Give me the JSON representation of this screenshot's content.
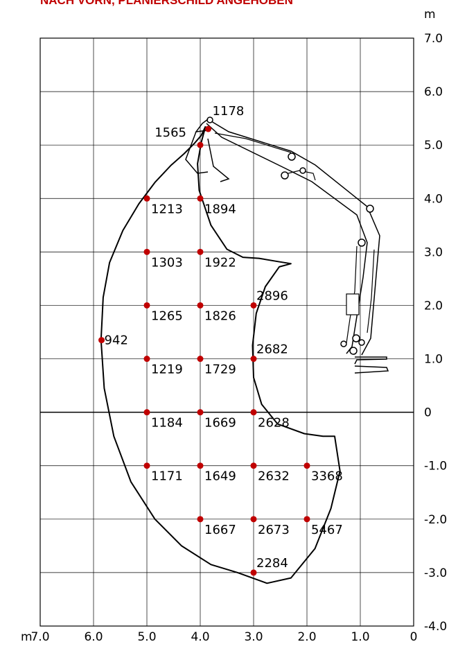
{
  "chart_data": {
    "type": "scatter",
    "title": "NACH VORN, PLANIERSCHILD ANGEHOBEN",
    "colors": {
      "point": "#c00000",
      "title": "#c00000",
      "grid": "#000000"
    },
    "x_unit": "m",
    "y_unit": "m",
    "xlim": [
      7.0,
      0.0
    ],
    "ylim": [
      -4.0,
      7.0
    ],
    "x_reversed": true,
    "grid": true,
    "x_ticks": [
      "7.0",
      "6.0",
      "5.0",
      "4.0",
      "3.0",
      "2.0",
      "1.0",
      "0"
    ],
    "y_ticks": [
      "7.0",
      "6.0",
      "5.0",
      "4.0",
      "3.0",
      "2.0",
      "1.0",
      "0",
      "-1.0",
      "-2.0",
      "-3.0",
      "-4.0"
    ],
    "points": [
      {
        "x": 3.85,
        "y": 5.3,
        "label": "1178"
      },
      {
        "x": 4.0,
        "y": 5.0,
        "label": "1565"
      },
      {
        "x": 4.0,
        "y": 4.0,
        "label": "1894"
      },
      {
        "x": 5.0,
        "y": 4.0,
        "label": "1213"
      },
      {
        "x": 5.0,
        "y": 3.0,
        "label": "1303"
      },
      {
        "x": 4.0,
        "y": 3.0,
        "label": "1922"
      },
      {
        "x": 5.0,
        "y": 2.0,
        "label": "1265"
      },
      {
        "x": 4.0,
        "y": 2.0,
        "label": "1826"
      },
      {
        "x": 3.0,
        "y": 2.0,
        "label": "2896"
      },
      {
        "x": 5.85,
        "y": 1.35,
        "label": "942"
      },
      {
        "x": 5.0,
        "y": 1.0,
        "label": "1219"
      },
      {
        "x": 4.0,
        "y": 1.0,
        "label": "1729"
      },
      {
        "x": 3.0,
        "y": 1.0,
        "label": "2682"
      },
      {
        "x": 5.0,
        "y": 0.0,
        "label": "1184"
      },
      {
        "x": 4.0,
        "y": 0.0,
        "label": "1669"
      },
      {
        "x": 3.0,
        "y": 0.0,
        "label": "2628"
      },
      {
        "x": 5.0,
        "y": -1.0,
        "label": "1171"
      },
      {
        "x": 4.0,
        "y": -1.0,
        "label": "1649"
      },
      {
        "x": 3.0,
        "y": -1.0,
        "label": "2632"
      },
      {
        "x": 2.0,
        "y": -1.0,
        "label": "3368"
      },
      {
        "x": 4.0,
        "y": -2.0,
        "label": "1667"
      },
      {
        "x": 3.0,
        "y": -2.0,
        "label": "2673"
      },
      {
        "x": 2.0,
        "y": -2.0,
        "label": "5467"
      },
      {
        "x": 3.0,
        "y": -3.0,
        "label": "2284"
      }
    ],
    "envelope": [
      [
        3.9,
        5.35
      ],
      [
        3.98,
        5.18
      ],
      [
        4.12,
        5.02
      ],
      [
        4.3,
        4.84
      ],
      [
        4.55,
        4.62
      ],
      [
        4.85,
        4.3
      ],
      [
        5.15,
        3.9
      ],
      [
        5.45,
        3.4
      ],
      [
        5.7,
        2.8
      ],
      [
        5.82,
        2.15
      ],
      [
        5.86,
        1.35
      ],
      [
        5.8,
        0.45
      ],
      [
        5.62,
        -0.45
      ],
      [
        5.3,
        -1.3
      ],
      [
        4.85,
        -2.0
      ],
      [
        4.35,
        -2.5
      ],
      [
        3.8,
        -2.85
      ],
      [
        3.3,
        -3.0
      ],
      [
        2.75,
        -3.2
      ],
      [
        2.3,
        -3.1
      ],
      [
        1.85,
        -2.55
      ],
      [
        1.55,
        -1.8
      ],
      [
        1.38,
        -1.1
      ],
      [
        1.48,
        -0.45
      ],
      [
        1.7,
        -0.45
      ],
      [
        2.05,
        -0.4
      ],
      [
        2.55,
        -0.22
      ],
      [
        2.85,
        0.15
      ],
      [
        3.0,
        0.65
      ],
      [
        3.02,
        1.25
      ],
      [
        2.95,
        1.85
      ],
      [
        2.78,
        2.35
      ],
      [
        2.52,
        2.72
      ],
      [
        2.3,
        2.78
      ],
      [
        2.55,
        2.82
      ],
      [
        2.9,
        2.88
      ],
      [
        3.2,
        2.9
      ],
      [
        3.5,
        3.05
      ],
      [
        3.8,
        3.5
      ],
      [
        4.02,
        4.15
      ],
      [
        4.05,
        4.65
      ],
      [
        3.98,
        5.05
      ],
      [
        3.9,
        5.35
      ]
    ]
  }
}
